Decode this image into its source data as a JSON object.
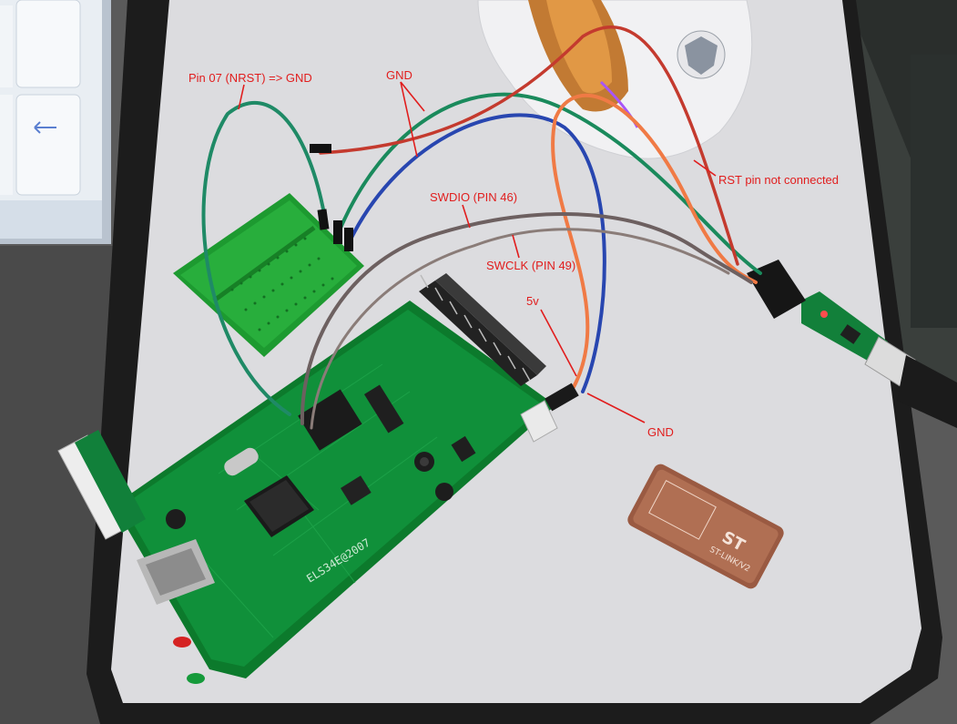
{
  "annotations": {
    "nrst": "Pin 07 (NRST) => GND",
    "gnd_top": "GND",
    "rst": "RST pin not connected",
    "swdio": "SWDIO (PIN 46)",
    "swclk": "SWCLK (PIN 49)",
    "v5": "5v",
    "gnd_bottom": "GND"
  },
  "pcb": {
    "silkscreen": "ELS34E@2007"
  },
  "stlink": {
    "brand": "ST",
    "model": "ST-LINK/V2"
  },
  "colors": {
    "annotation": "#e11d1d",
    "desk_mat": "#dcdcdf",
    "mat_border": "#1c1c1c",
    "pcb_green": "#0f8a33",
    "breadboard_green": "#1a9a2e",
    "stlink_case": "#a4644a",
    "wire_green": "#1f8a66",
    "wire_blue": "#2846b0",
    "wire_orange": "#f07a45",
    "wire_red": "#c43a2e",
    "wire_brown": "#6d6060"
  }
}
